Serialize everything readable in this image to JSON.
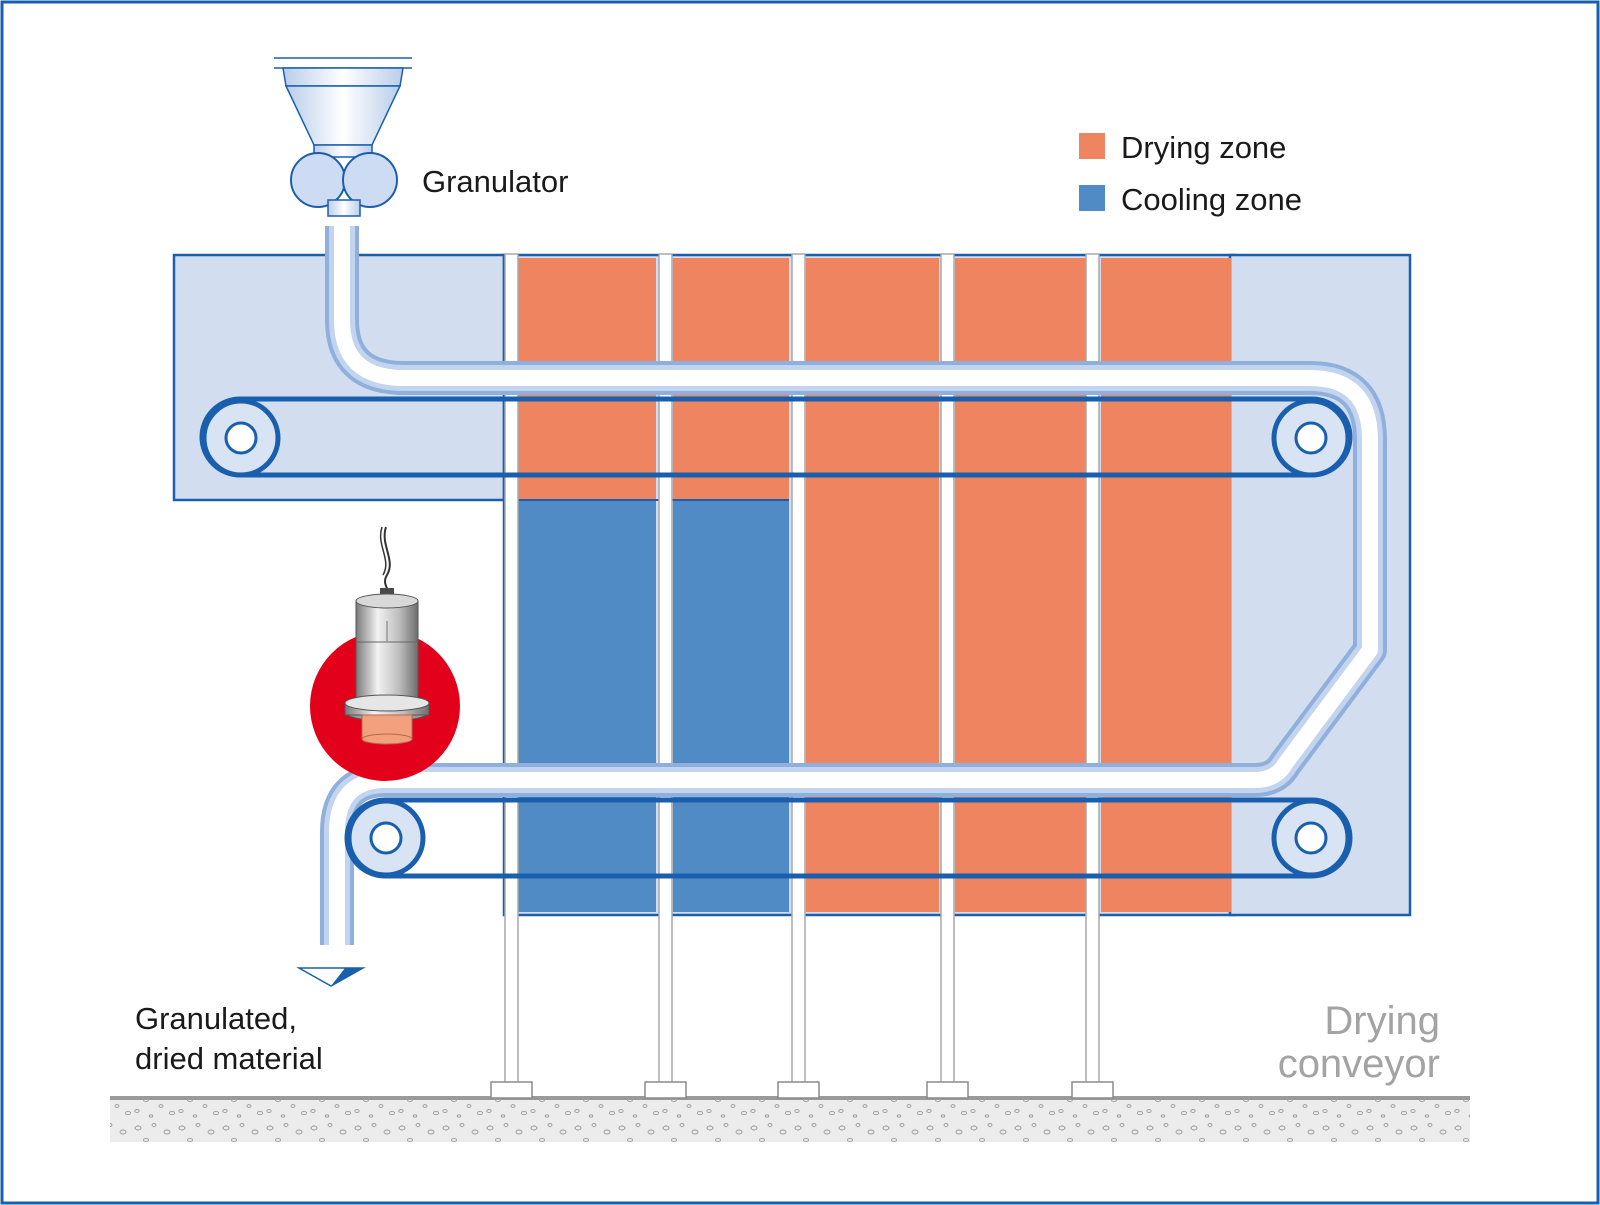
{
  "labels": {
    "granulator": "Granulator",
    "output_line1": "Granulated,",
    "output_line2": "dried material",
    "conveyor_line1": "Drying",
    "conveyor_line2": "conveyor"
  },
  "legend": [
    {
      "label": "Drying zone",
      "color": "#ee8560"
    },
    {
      "label": "Cooling zone",
      "color": "#518bc6"
    }
  ],
  "colors": {
    "frame": "#1a5fae",
    "belt": "#1a5fae",
    "housing": "#d3ddf0",
    "drying": "#ee8560",
    "cooling": "#518bc6",
    "sensor_highlight": "#e2001a"
  },
  "icons": {
    "granulator": "granulator-icon",
    "sensor": "level-sensor-icon",
    "output": "output-arrow-icon"
  }
}
